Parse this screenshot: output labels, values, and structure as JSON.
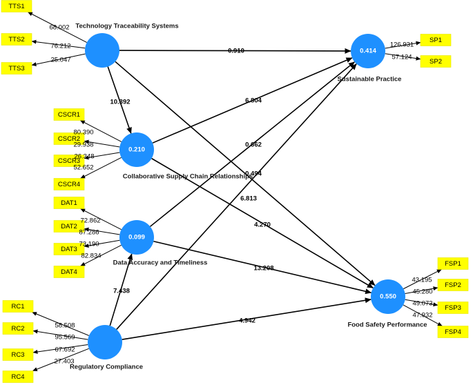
{
  "constructs": {
    "TTS": {
      "name": "Technology Traceability Systems",
      "value": ""
    },
    "CSCR": {
      "name": "Collaborative Supply Chain Relationships",
      "value": "0.210"
    },
    "DAT": {
      "name": "Data Accuracy and Timeliness",
      "value": "0.099"
    },
    "RC": {
      "name": "Regulatory Compliance",
      "value": ""
    },
    "SP": {
      "name": "Sustainable Practice",
      "value": "0.414"
    },
    "FSP": {
      "name": "Food Safety Performance",
      "value": "0.550"
    }
  },
  "indicators": [
    {
      "id": "TTS1",
      "construct": "TTS",
      "loading": "68.002"
    },
    {
      "id": "TTS2",
      "construct": "TTS",
      "loading": "76.212"
    },
    {
      "id": "TTS3",
      "construct": "TTS",
      "loading": "25.047"
    },
    {
      "id": "CSCR1",
      "construct": "CSCR",
      "loading": "80.390"
    },
    {
      "id": "CSCR2",
      "construct": "CSCR",
      "loading": "29.938"
    },
    {
      "id": "CSCR3",
      "construct": "CSCR",
      "loading": "26.348"
    },
    {
      "id": "CSCR4",
      "construct": "CSCR",
      "loading": "52.652"
    },
    {
      "id": "DAT1",
      "construct": "DAT",
      "loading": "72.862"
    },
    {
      "id": "DAT2",
      "construct": "DAT",
      "loading": "87.286"
    },
    {
      "id": "DAT3",
      "construct": "DAT",
      "loading": "73.190"
    },
    {
      "id": "DAT4",
      "construct": "DAT",
      "loading": "82.834"
    },
    {
      "id": "RC1",
      "construct": "RC",
      "loading": "58.508"
    },
    {
      "id": "RC2",
      "construct": "RC",
      "loading": "95.569"
    },
    {
      "id": "RC3",
      "construct": "RC",
      "loading": "67.692"
    },
    {
      "id": "RC4",
      "construct": "RC",
      "loading": "27.403"
    },
    {
      "id": "SP1",
      "construct": "SP",
      "loading": "126.931"
    },
    {
      "id": "SP2",
      "construct": "SP",
      "loading": "57.124"
    },
    {
      "id": "FSP1",
      "construct": "FSP",
      "loading": "43.195"
    },
    {
      "id": "FSP2",
      "construct": "FSP",
      "loading": "45.280"
    },
    {
      "id": "FSP3",
      "construct": "FSP",
      "loading": "49.073"
    },
    {
      "id": "FSP4",
      "construct": "FSP",
      "loading": "47.932"
    }
  ],
  "paths": [
    {
      "from": "TTS",
      "to": "SP",
      "value": "0.910"
    },
    {
      "from": "TTS",
      "to": "CSCR",
      "value": "10.392"
    },
    {
      "from": "TTS",
      "to": "FSP",
      "value": "0.494"
    },
    {
      "from": "CSCR",
      "to": "SP",
      "value": "6.804"
    },
    {
      "from": "CSCR",
      "to": "FSP",
      "value": "4.270"
    },
    {
      "from": "DAT",
      "to": "SP",
      "value": "0.662"
    },
    {
      "from": "DAT",
      "to": "FSP",
      "value": "13.208"
    },
    {
      "from": "RC",
      "to": "SP",
      "value": "6.813"
    },
    {
      "from": "RC",
      "to": "DAT",
      "value": "7.438"
    },
    {
      "from": "RC",
      "to": "FSP",
      "value": "4.942"
    }
  ]
}
